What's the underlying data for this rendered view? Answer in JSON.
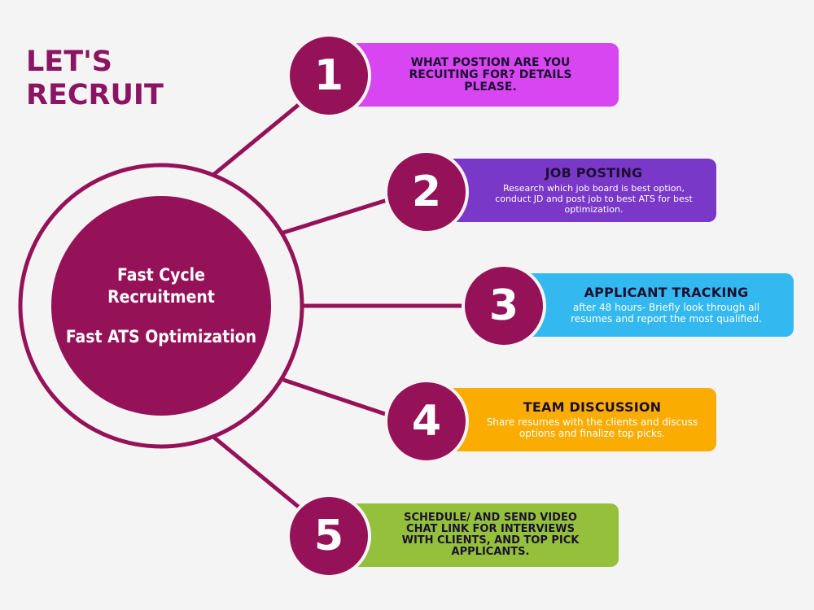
{
  "page_title": "LET'S RECRUIT",
  "hub": {
    "line1": "Fast Cycle",
    "line2": "Recruitment",
    "line3": "Fast ATS Optimization"
  },
  "colors": {
    "primary": "#951258",
    "title": "#8a1563",
    "step1_bg": "#d846f2",
    "step2_bg": "#7a38c8",
    "step3_bg": "#33b9f0",
    "step4_bg": "#fbac00",
    "step5_bg": "#94c03b"
  },
  "steps": [
    {
      "number": "1",
      "text": "WHAT POSTION ARE YOU RECUITING FOR? DETAILS PLEASE."
    },
    {
      "number": "2",
      "title": "JOB POSTING",
      "desc": "Research which job board is best option, conduct JD and post job to best ATS for best optimization."
    },
    {
      "number": "3",
      "title": "APPLICANT TRACKING",
      "desc": "after 48 hours- Briefly look through all resumes and report the most qualified."
    },
    {
      "number": "4",
      "title": "TEAM DISCUSSION",
      "desc": "Share resumes with the clients and discuss options and finalize top picks."
    },
    {
      "number": "5",
      "text": "SCHEDULE/ AND SEND VIDEO CHAT LINK FOR INTERVIEWS WITH CLIENTS, AND TOP PICK APPLICANTS."
    }
  ]
}
